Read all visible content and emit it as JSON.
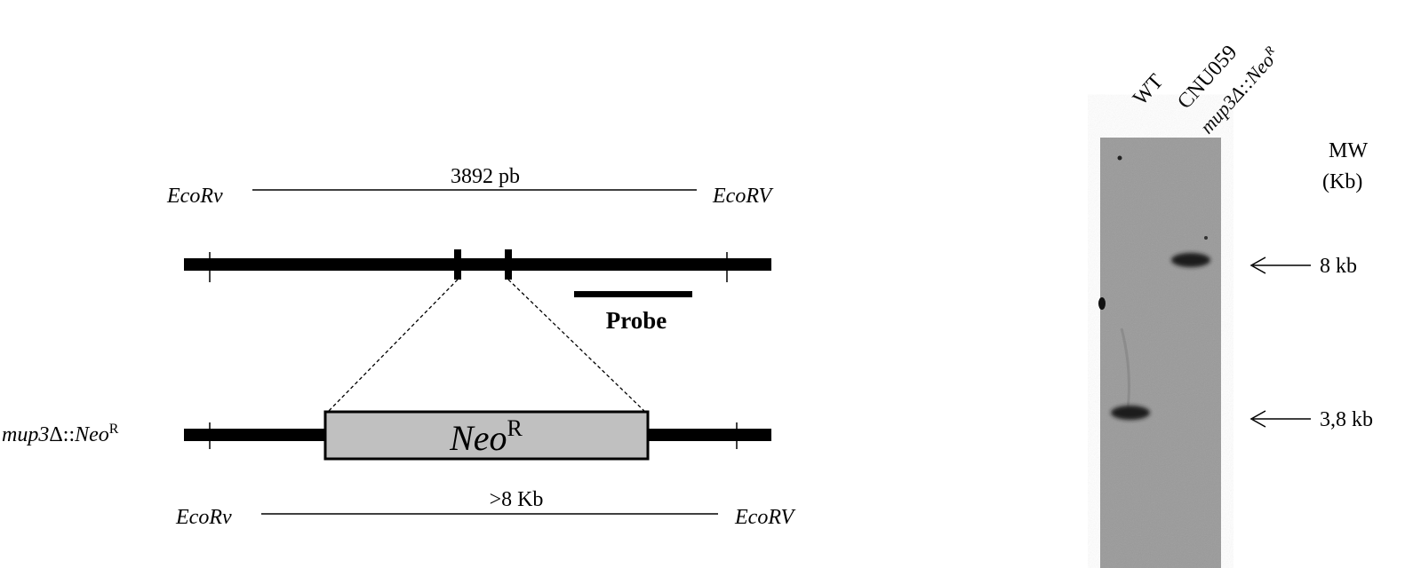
{
  "diagram": {
    "top_map": {
      "left_site": "EcoRv",
      "right_site": "EcoRV",
      "fragment_label": "3892 pb",
      "probe_label": "Probe"
    },
    "bottom_map": {
      "allele_prefix": "mup3",
      "allele_delta": "Δ::",
      "allele_gene": "Neo",
      "allele_sup": "R",
      "cassette_gene": "Neo",
      "cassette_sup": "R",
      "left_site": "EcoRv",
      "right_site": "EcoRV",
      "fragment_label": ">8 Kb"
    }
  },
  "blot": {
    "lanes": [
      "WT",
      "CNU059",
      "mup3Δ::Neo"
    ],
    "lane3_prefix": "mup3Δ::Neo",
    "lane3_sup": "R",
    "mw_title_1": "MW",
    "mw_title_2": "(Kb)",
    "markers": [
      "8 kb",
      "3,8 kb"
    ]
  },
  "colors": {
    "line": "#000000",
    "cassette_fill": "#c0c0c0",
    "gel": "#9a9a9a",
    "band": "#1a1a1a"
  }
}
